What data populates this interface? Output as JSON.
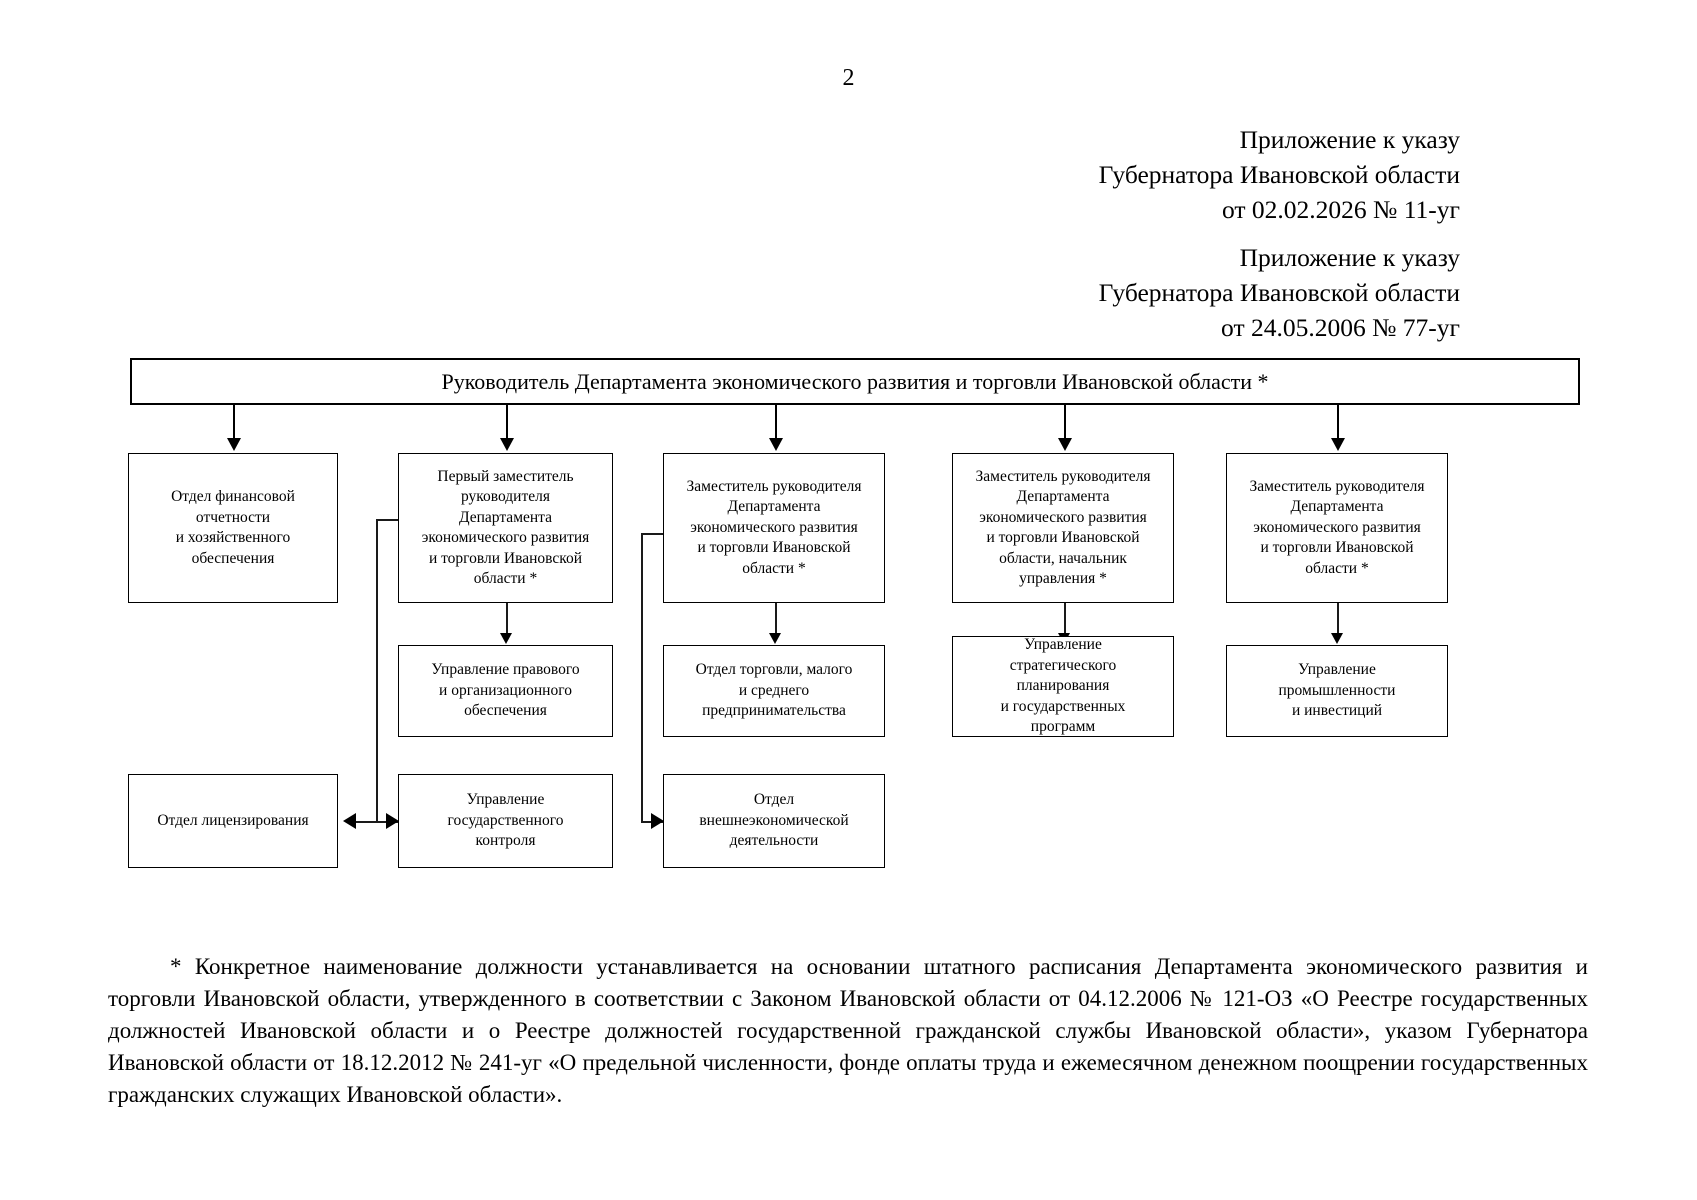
{
  "page": {
    "number": "2"
  },
  "appendix_blocks": [
    {
      "id": "appendix-1",
      "lines": [
        "Приложение к указу",
        "Губернатора Ивановской области",
        "от 02.02.2026 № 11-уг"
      ]
    },
    {
      "id": "appendix-2",
      "lines": [
        "Приложение к указу",
        "Губернатора Ивановской области",
        "от 24.05.2006 № 77-уг"
      ]
    }
  ],
  "chart_data": {
    "type": "org-chart",
    "title": "Структура Департамента экономического развития и торговли Ивановской области",
    "root": {
      "id": "root",
      "label": "Руководитель Департамента экономического развития и торговли Ивановской области *"
    },
    "level_1": [
      {
        "id": "n1",
        "label": "Отдел финансовой\nотчетности\nи хозяйственного\nобеспечения"
      },
      {
        "id": "n2",
        "label": "Первый заместитель\nруководителя\nДепартамента\nэкономического развития\nи торговли Ивановской\nобласти *"
      },
      {
        "id": "n3",
        "label": "Заместитель руководителя\nДепартамента\nэкономического развития\nи торговли Ивановской\nобласти *"
      },
      {
        "id": "n4",
        "label": "Заместитель руководителя\nДепартамента\nэкономического развития\nи торговли Ивановской\nобласти, начальник\nуправления *"
      },
      {
        "id": "n5",
        "label": "Заместитель руководителя\nДепартамента\nэкономического развития\nи торговли Ивановской\nобласти *"
      }
    ],
    "level_2": [
      {
        "id": "n6",
        "parent": "n2",
        "label": "Управление правового\nи организационного\nобеспечения"
      },
      {
        "id": "n7",
        "parent": "n3",
        "label": "Отдел торговли, малого\nи среднего\nпредпринимательства"
      },
      {
        "id": "n8",
        "parent": "n4",
        "label": "Управление\nстратегического\nпланирования\nи государственных\nпрограмм"
      },
      {
        "id": "n9",
        "parent": "n5",
        "label": "Управление\nпромышленности\nи инвестиций"
      }
    ],
    "level_3": [
      {
        "id": "n10",
        "parent": "n2",
        "label": "Отдел лицензирования"
      },
      {
        "id": "n11",
        "parent": "n2",
        "label": "Управление\nгосударственного\nконтроля"
      },
      {
        "id": "n12",
        "parent": "n3",
        "label": "Отдел\nвнешнеэкономической\nдеятельности"
      }
    ],
    "edges": [
      {
        "from": "root",
        "to": "n1",
        "style": "arrow-down"
      },
      {
        "from": "root",
        "to": "n2",
        "style": "arrow-down"
      },
      {
        "from": "root",
        "to": "n3",
        "style": "arrow-down"
      },
      {
        "from": "root",
        "to": "n4",
        "style": "arrow-down"
      },
      {
        "from": "root",
        "to": "n5",
        "style": "arrow-down"
      },
      {
        "from": "n2",
        "to": "n6",
        "style": "arrow-down"
      },
      {
        "from": "n3",
        "to": "n7",
        "style": "arrow-down"
      },
      {
        "from": "n4",
        "to": "n8",
        "style": "arrow-down"
      },
      {
        "from": "n5",
        "to": "n9",
        "style": "arrow-down"
      },
      {
        "from": "n2",
        "to": "n10",
        "style": "elbow-arrow-left"
      },
      {
        "from": "n2",
        "to": "n11",
        "style": "elbow-arrow-right"
      },
      {
        "from": "n3",
        "to": "n12",
        "style": "elbow-arrow-right"
      }
    ]
  },
  "footnote": {
    "text": "* Конкретное наименование должности устанавливается на основании штатного расписания Департамента экономического развития и торговли Ивановской области, утвержденного в соответствии с Законом Ивановской области от 04.12.2006 № 121-ОЗ «О Реестре государственных должностей Ивановской области и о Реестре должностей государственной гражданской службы Ивановской области», указом Губернатора Ивановской области от 18.12.2012 № 241-уг «О предельной численности, фонде оплаты труда и ежемесячном денежном поощрении государственных гражданских служащих Ивановской области»."
  },
  "colors": {
    "ink": "#000000",
    "paper": "#ffffff"
  }
}
